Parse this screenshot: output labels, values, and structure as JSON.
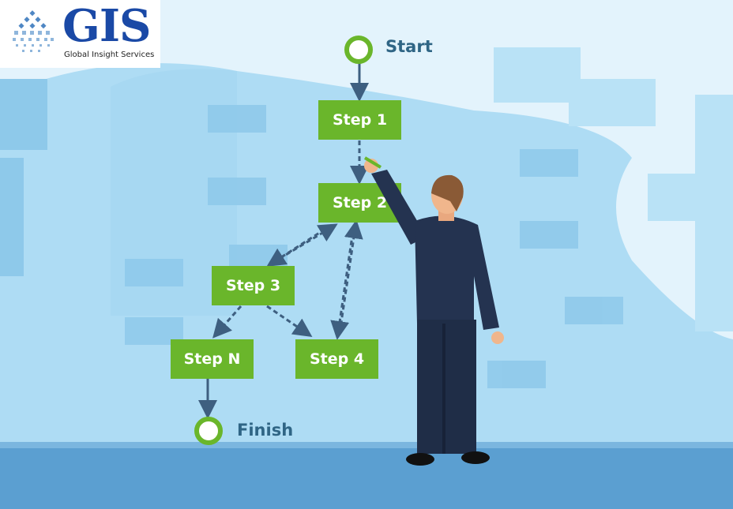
{
  "logo": {
    "brand": "GIS",
    "tagline": "Global Insight Services"
  },
  "flowchart": {
    "start_label": "Start",
    "finish_label": "Finish",
    "steps": [
      "Step 1",
      "Step 2",
      "Step 3",
      "Step N",
      "Step 4"
    ]
  },
  "colors": {
    "step_green": "#6ab62b",
    "arrow": "#3e5f80",
    "label": "#2f6585",
    "logo_blue": "#1a49a6"
  }
}
